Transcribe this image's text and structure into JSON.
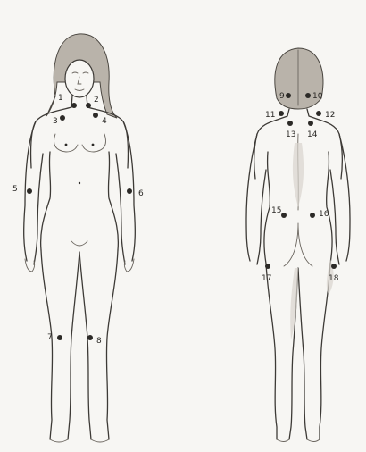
{
  "points": {
    "front": [
      {
        "label": "1"
      },
      {
        "label": "2"
      },
      {
        "label": "3"
      },
      {
        "label": "4"
      },
      {
        "label": "5"
      },
      {
        "label": "6"
      },
      {
        "label": "7"
      },
      {
        "label": "8"
      }
    ],
    "back": [
      {
        "label": "9"
      },
      {
        "label": "10"
      },
      {
        "label": "11"
      },
      {
        "label": "12"
      },
      {
        "label": "13"
      },
      {
        "label": "14"
      },
      {
        "label": "15"
      },
      {
        "label": "16"
      },
      {
        "label": "17"
      },
      {
        "label": "18"
      }
    ]
  },
  "colors": {
    "ink": "#3d3a36",
    "dot": "#2c2a27",
    "paper": "#f7f6f3"
  }
}
